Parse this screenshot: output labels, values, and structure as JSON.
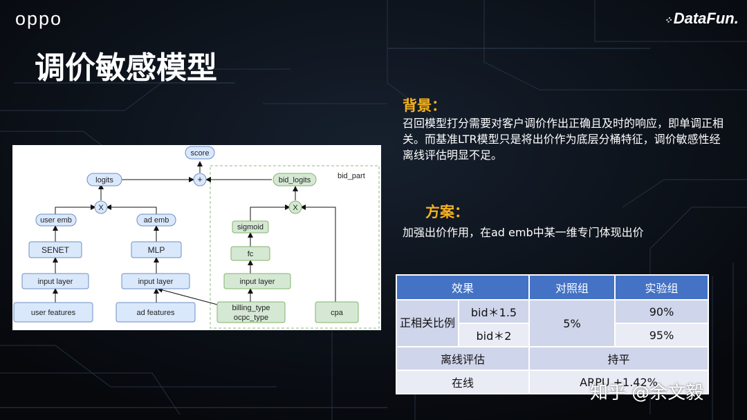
{
  "header": {
    "brand_left": "oppo",
    "brand_right": "DataFun."
  },
  "slide": {
    "title": "调价敏感模型"
  },
  "diagram": {
    "nodes": {
      "score": "score",
      "plus": "+",
      "logits": "logits",
      "bid_logits": "bid_logits",
      "bid_part": "bid_part",
      "x_left": "X",
      "x_right": "X",
      "user_emb": "user emb",
      "ad_emb": "ad emb",
      "sigmoid": "sigmoid",
      "senet": "SENET",
      "mlp": "MLP",
      "fc": "fc",
      "input_user": "input layer",
      "input_ad": "input layer",
      "input_bid": "input layer",
      "user_features": "user features",
      "ad_features": "ad features",
      "billing_1": "billing_type",
      "billing_2": "ocpc_type",
      "cpa": "cpa"
    }
  },
  "background_section": {
    "heading": "背景：",
    "text": "召回模型打分需要对客户调价作出正确且及时的响应，即单调正相关。而基准LTR模型只是将出价作为底层分桶特征，调价敏感性经离线评估明显不足。"
  },
  "plan_section": {
    "heading": "方案：",
    "text": "加强出价作用，在ad emb中某一维专门体现出价"
  },
  "results_table": {
    "headers": [
      "效果",
      "对照组",
      "实验组"
    ],
    "row_group_label": "正相关比例",
    "row1_sub": "bid＊1.5",
    "row2_sub": "bid＊2",
    "control_merged": "5%",
    "exp_row1": "90%",
    "exp_row2": "95%",
    "offline_label": "离线评估",
    "offline_value": "持平",
    "online_label": "在线",
    "online_value": "ARPU +1.42%"
  },
  "watermark": "知乎 @余文毅",
  "colors": {
    "accent_orange": "#f5b21f",
    "table_header": "#4472c4",
    "node_blue_fill": "#dae8fc",
    "node_blue_stroke": "#6c8ebf",
    "node_green_fill": "#d5e8d4",
    "node_green_stroke": "#82b366"
  }
}
